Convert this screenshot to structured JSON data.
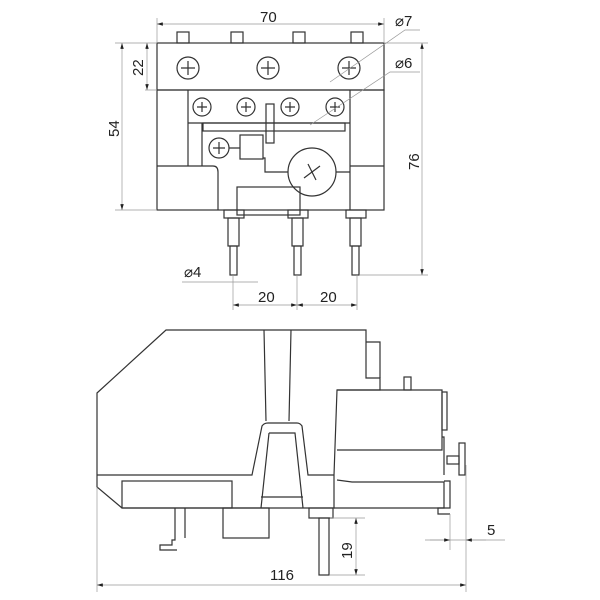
{
  "drawing": {
    "front_view": {
      "width_dim": "70",
      "height_dim": "54",
      "top_band_dim": "22",
      "total_height_dim": "76",
      "screw_large_dia": "⌀7",
      "screw_small_dia": "⌀6",
      "pin_dia": "⌀4",
      "pin_spacing_1": "20",
      "pin_spacing_2": "20"
    },
    "side_view": {
      "length_dim": "116",
      "pin_length_dim": "19",
      "offset_dim": "5"
    },
    "line_color": "#333333",
    "dim_color": "#999999"
  }
}
